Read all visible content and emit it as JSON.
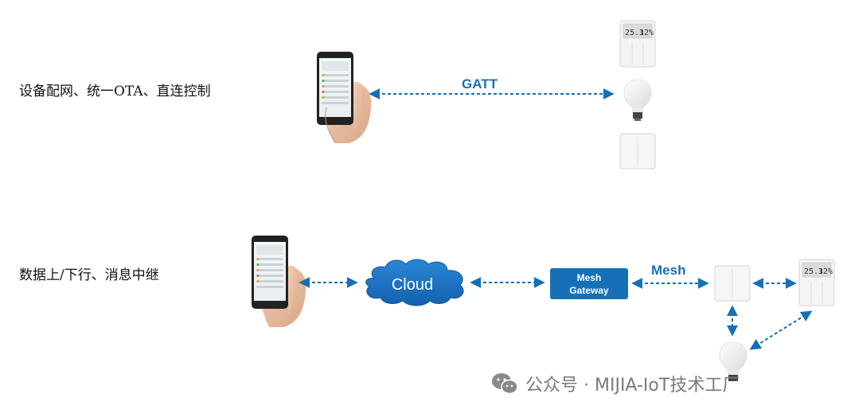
{
  "labels": {
    "pairing": "设备配网、统一OTA、直连控制",
    "data_relay": "数据上/下行、消息中继"
  },
  "links": {
    "gatt": "GATT",
    "mesh": "Mesh"
  },
  "nodes": {
    "cloud": "Cloud",
    "gateway_line1": "Mesh",
    "gateway_line2": "Gateway"
  },
  "sensor_display": {
    "temperature": "25.1",
    "humidity": "32%"
  },
  "watermark": {
    "text": "公众号 · MIJIA-IoT技术工厂",
    "icon": "wechat-icon"
  },
  "colors": {
    "accent": "#1570b8",
    "gateway": "#1570b8",
    "cloud": "#1a6fbf",
    "arrow": "#1570b8"
  }
}
